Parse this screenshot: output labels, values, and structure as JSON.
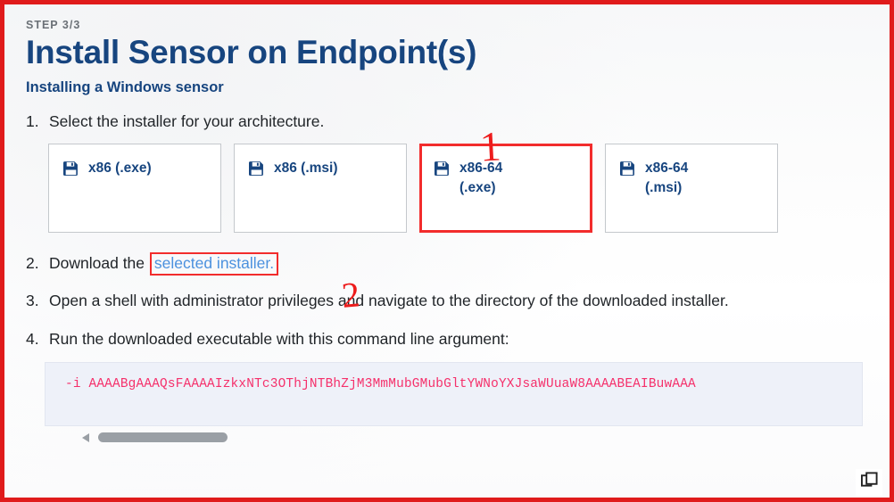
{
  "header": {
    "step_label": "STEP 3/3",
    "title": "Install Sensor on Endpoint(s)",
    "subtitle": "Installing a Windows sensor"
  },
  "steps": [
    {
      "num": "1.",
      "text": "Select the installer for your architecture."
    },
    {
      "num": "2.",
      "text_before": "Download the ",
      "link_text": "selected installer.",
      "text_after": ""
    },
    {
      "num": "3.",
      "text": "Open a shell with administrator privileges and navigate to the directory of the downloaded installer."
    },
    {
      "num": "4.",
      "text": "Run the downloaded executable with this command line argument:"
    }
  ],
  "installers": [
    {
      "label": "x86 (.exe)",
      "icon": "floppy-disk-icon",
      "selected": false,
      "wrap": false
    },
    {
      "label": "x86 (.msi)",
      "icon": "floppy-disk-icon",
      "selected": false,
      "wrap": false
    },
    {
      "label": "x86-64 (.exe)",
      "icon": "floppy-disk-icon",
      "selected": true,
      "wrap": true
    },
    {
      "label": "x86-64 (.msi)",
      "icon": "floppy-disk-icon",
      "selected": false,
      "wrap": true
    }
  ],
  "code": {
    "command": "-i AAAABgAAAQsFAAAAIzkxNTc3OThjNTBhZjM3MmMubGMubGltYWNoYXJsaWUuaW8AAAABEAIBuwAAA",
    "copy_icon": "copy-icon"
  },
  "annotations": [
    {
      "id": "1",
      "text": "1"
    },
    {
      "id": "2",
      "text": "2"
    }
  ],
  "colors": {
    "accent_navy": "#17457f",
    "annotation_red": "#ed1c1c",
    "link_blue": "#4b91de",
    "code_pink": "#f5306b",
    "code_bg": "#eef1f9",
    "capture_border": "#e01b1b"
  }
}
